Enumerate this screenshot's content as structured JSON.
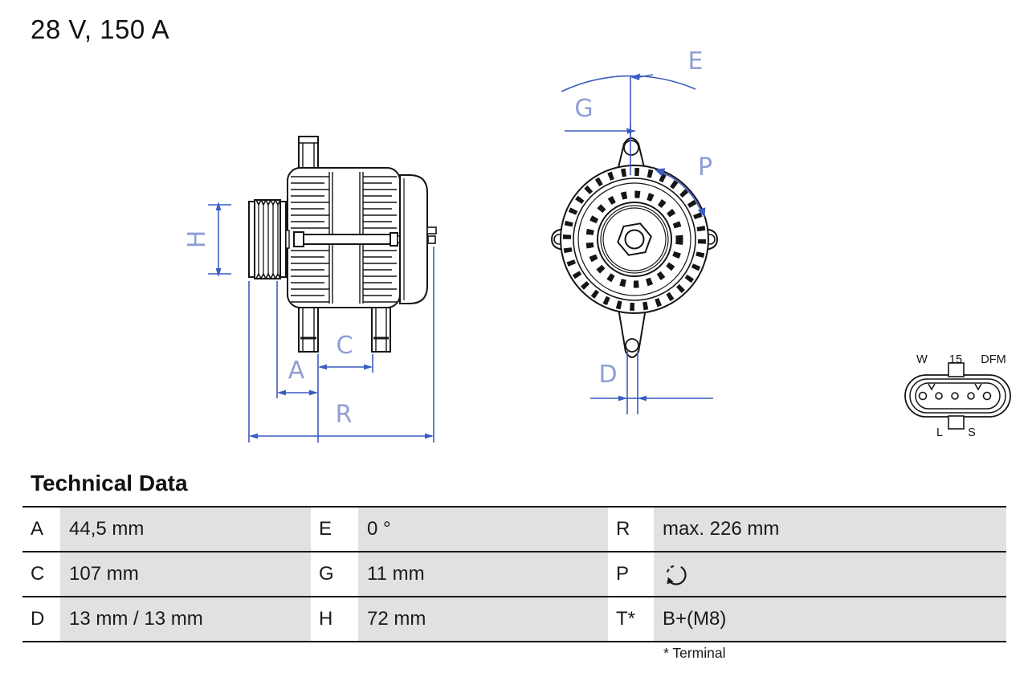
{
  "title": "28 V, 150 A",
  "drawing": {
    "outline_color": "#151515",
    "dimension_line_color": "#3a5bc0",
    "dimension_label_color": "#8f9fd6",
    "dimension_labels": {
      "H": "H",
      "A": "A",
      "C": "C",
      "R": "R",
      "E": "E",
      "G": "G",
      "P": "P",
      "D": "D"
    }
  },
  "connector": {
    "labels_top": [
      "W",
      "15",
      "DFM"
    ],
    "labels_bottom": [
      "L",
      "S"
    ],
    "pin_count": 5
  },
  "technical_data": {
    "heading": "Technical Data",
    "rows": [
      {
        "cells": [
          {
            "k": "A",
            "v": "44,5 mm"
          },
          {
            "k": "E",
            "v": "0 °"
          },
          {
            "k": "R",
            "v": "max. 226 mm"
          }
        ]
      },
      {
        "cells": [
          {
            "k": "C",
            "v": "107 mm"
          },
          {
            "k": "G",
            "v": "11 mm"
          },
          {
            "k": "P",
            "v": "",
            "icon": "counterclockwise-rotation-icon"
          }
        ]
      },
      {
        "cells": [
          {
            "k": "D",
            "v": "13 mm / 13 mm"
          },
          {
            "k": "H",
            "v": "72 mm"
          },
          {
            "k": "T*",
            "v": "B+(M8)"
          }
        ]
      }
    ],
    "footnote": "* Terminal",
    "value_cell_color": "#e1e1e1"
  }
}
